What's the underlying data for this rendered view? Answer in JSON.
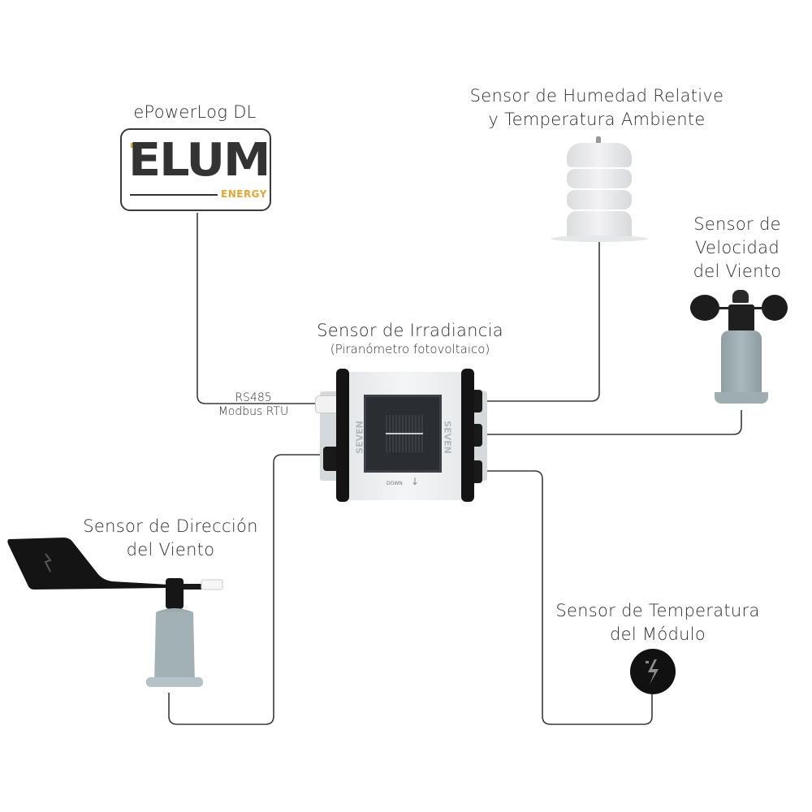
{
  "diagram": {
    "colors": {
      "wire": "#3a3a3a",
      "logo_dark": "#333333",
      "logo_accent": "#e3a82b",
      "device_black": "#111111",
      "device_body": "#e9ecee",
      "sensor_gray": "#9aa9ad"
    },
    "datalogger": {
      "title": "ePowerLog DL",
      "logo_text": "ELUM",
      "logo_subtext": "ENERGY"
    },
    "irradiance": {
      "title": "Sensor de Irradiancia",
      "subtitle": "(Piranómetro fotovoltaico)",
      "brand_left": "SEVEN",
      "brand_right": "SEVEN",
      "down_label": "DOWN",
      "icon": "solar-cell-icon"
    },
    "link": {
      "line1": "RS485",
      "line2": "Modbus RTU"
    },
    "humidity": {
      "line1": "Sensor de Humedad Relative",
      "line2": "y Temperatura Ambiente"
    },
    "wind_speed": {
      "line1": "Sensor de",
      "line2": "Velocidad",
      "line3": "del Viento"
    },
    "wind_direction": {
      "line1": "Sensor de Dirección",
      "line2": "del Viento"
    },
    "module_temp": {
      "line1": "Sensor de Temperatura",
      "line2": "del Módulo",
      "icon": "lightning-icon"
    }
  }
}
